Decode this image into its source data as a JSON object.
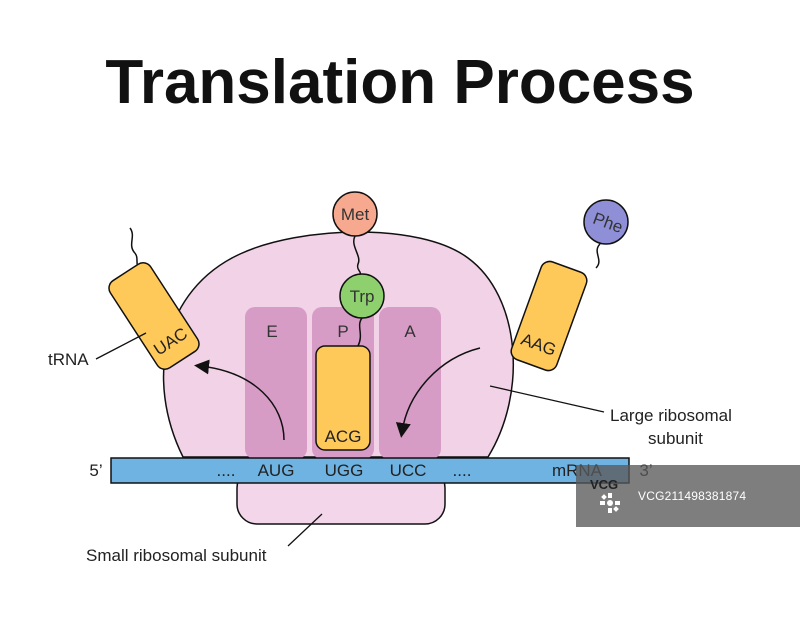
{
  "title": "Translation Process",
  "labels": {
    "trna": "tRNA",
    "large_subunit_line1": "Large ribosomal",
    "large_subunit_line2": "subunit",
    "small_subunit": "Small ribosomal subunit",
    "five_prime": "5’",
    "three_prime": "3’",
    "mrna": "mRNA"
  },
  "sites": [
    "E",
    "P",
    "A"
  ],
  "mrna_sequence": {
    "leading": "....",
    "codons": [
      "AUG",
      "UGG",
      "UCC"
    ],
    "trailing": "...."
  },
  "trnas": {
    "exiting": {
      "anticodon": "UAC"
    },
    "p_site": {
      "anticodon": "ACG"
    },
    "entering": {
      "anticodon": "AAG"
    }
  },
  "amino_acids": {
    "met": "Met",
    "trp": "Trp",
    "phe": "Phe"
  },
  "colors": {
    "large_subunit": "#f2d2e6",
    "small_subunit": "#f3d6ea",
    "site": "#d79cc6",
    "mrna": "#6fb3e2",
    "trna": "#ffc95a",
    "met": "#f6a98e",
    "trp": "#8ed06e",
    "phe": "#8f8fd8"
  },
  "watermark": "VCG211498381874"
}
